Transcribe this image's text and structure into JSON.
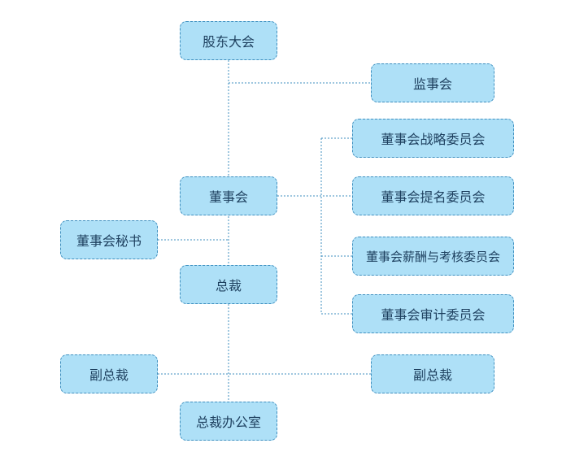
{
  "nodes": {
    "shareholders": "股东大会",
    "supervisory_board": "监事会",
    "board": "董事会",
    "board_secretary": "董事会秘书",
    "president": "总裁",
    "strategy_committee": "董事会战略委员会",
    "nomination_committee": "董事会提名委员会",
    "compensation_committee": "董事会薪酬与考核委员会",
    "audit_committee": "董事会审计委员会",
    "vp_left": "副总裁",
    "vp_right": "副总裁",
    "president_office": "总裁办公室"
  },
  "colors": {
    "box_fill": "#aee0f7",
    "box_border": "#3f8fbf",
    "connector": "#3f8fbf",
    "text": "#1d3f5e"
  }
}
